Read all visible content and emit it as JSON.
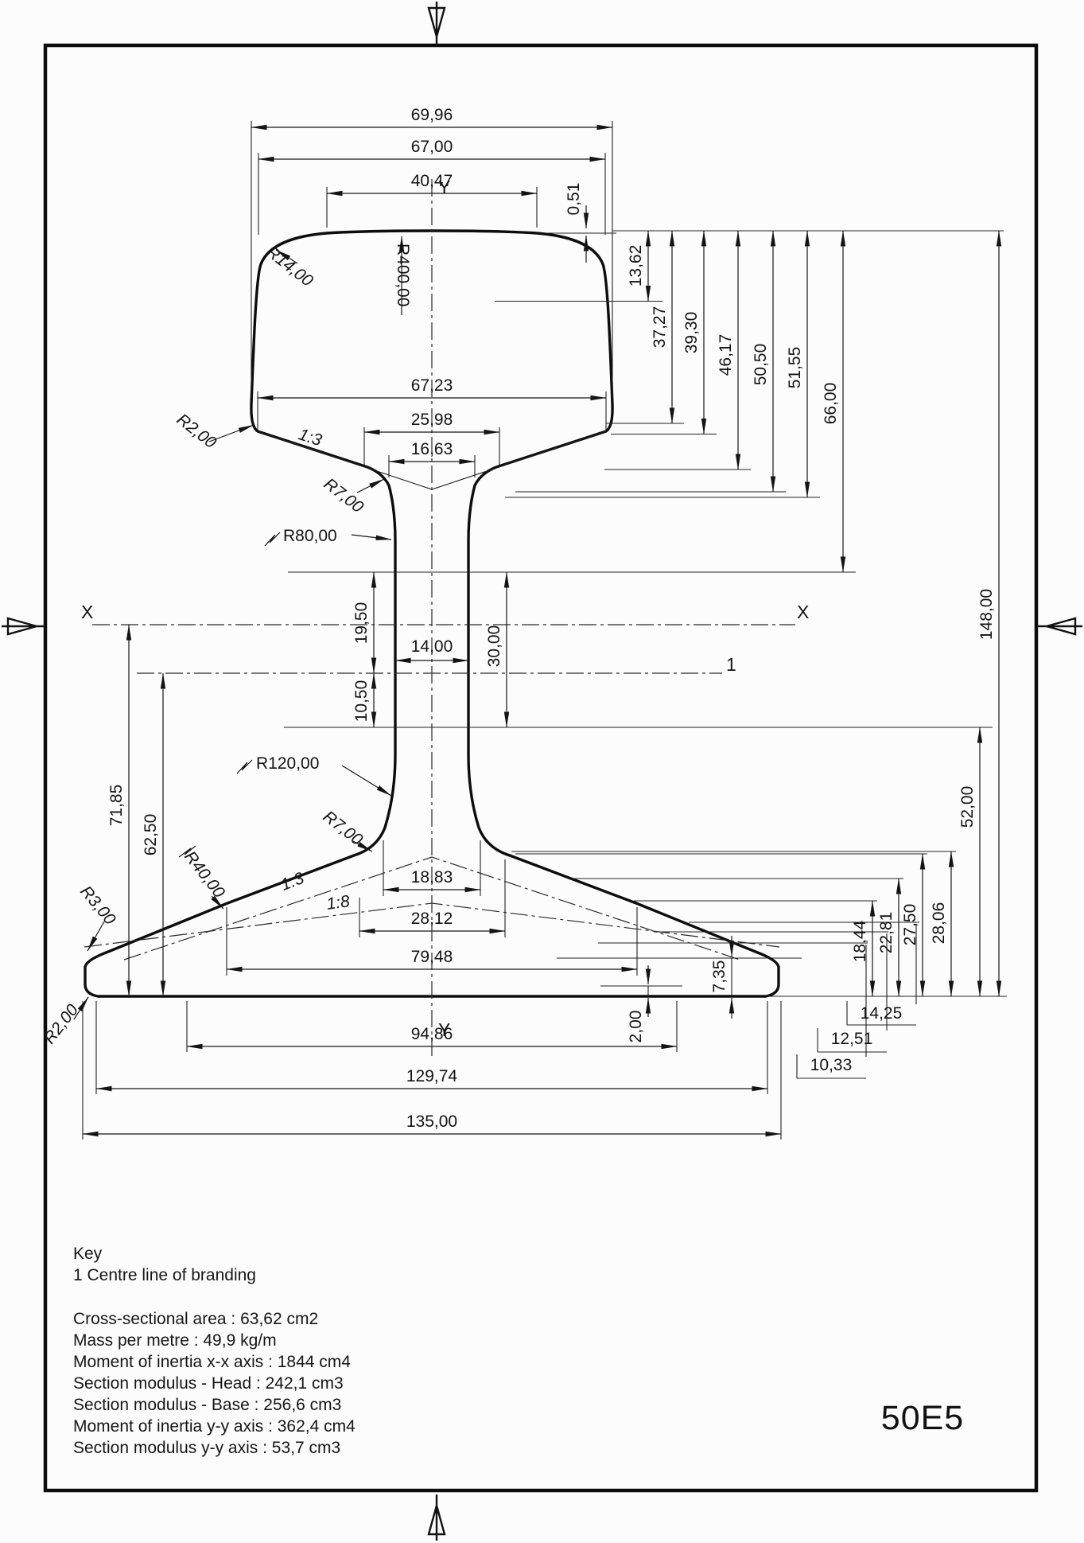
{
  "title": "50E5",
  "key": {
    "heading": "Key",
    "item1": "1 Centre line of branding",
    "specs": [
      "Cross-sectional area : 63,62 cm2",
      "Mass per metre : 49,9 kg/m",
      "Moment of inertia x-x axis : 1844 cm4",
      "Section modulus - Head : 242,1 cm3",
      "Section modulus - Base : 256,6 cm3",
      "Moment of inertia y-y axis : 362,4 cm4",
      "Section modulus y-y axis : 53,7 cm3"
    ]
  },
  "axis": {
    "x_left": "X",
    "x_right": "X",
    "y_top": "Y",
    "y_bottom": "Y",
    "branding": "1"
  },
  "d": {
    "w69_96": "69,96",
    "w67_00": "67,00",
    "w40_47": "40,47",
    "h0_51": "0,51",
    "h13_62": "13,62",
    "h37_27": "37,27",
    "h39_30": "39,30",
    "h46_17": "46,17",
    "h50_50": "50,50",
    "h51_55": "51,55",
    "h66_00": "66,00",
    "h148_00": "148,00",
    "h52_00": "52,00",
    "w67_23": "67,23",
    "w25_98": "25,98",
    "w16_63": "16,63",
    "w14_00": "14,00",
    "h19_50": "19,50",
    "h10_50": "10,50",
    "h30_00": "30,00",
    "h71_85": "71,85",
    "h62_50": "62,50",
    "w18_83": "18,83",
    "w28_12": "28,12",
    "w79_48": "79,48",
    "w94_86": "94,86",
    "w129_74": "129,74",
    "w135_00": "135,00",
    "h18_44": "18,44",
    "h22_81": "22,81",
    "h27_50": "27,50",
    "h28_06": "28,06",
    "h14_25": "14,25",
    "h12_51": "12,51",
    "h10_33": "10,33",
    "h7_35": "7,35",
    "h2_00": "2,00",
    "r14": "R14,00",
    "r400": "R400,00",
    "r2_head": "R2,00",
    "r7_top": "R7,00",
    "r80": "R80,00",
    "r120": "R120,00",
    "r7_bot": "R7,00",
    "r40": "R40,00",
    "r3": "R3,00",
    "r2_foot": "R2,00",
    "s13_head": "1:3",
    "s13_foot": "1:3",
    "s18_foot": "1:8"
  }
}
